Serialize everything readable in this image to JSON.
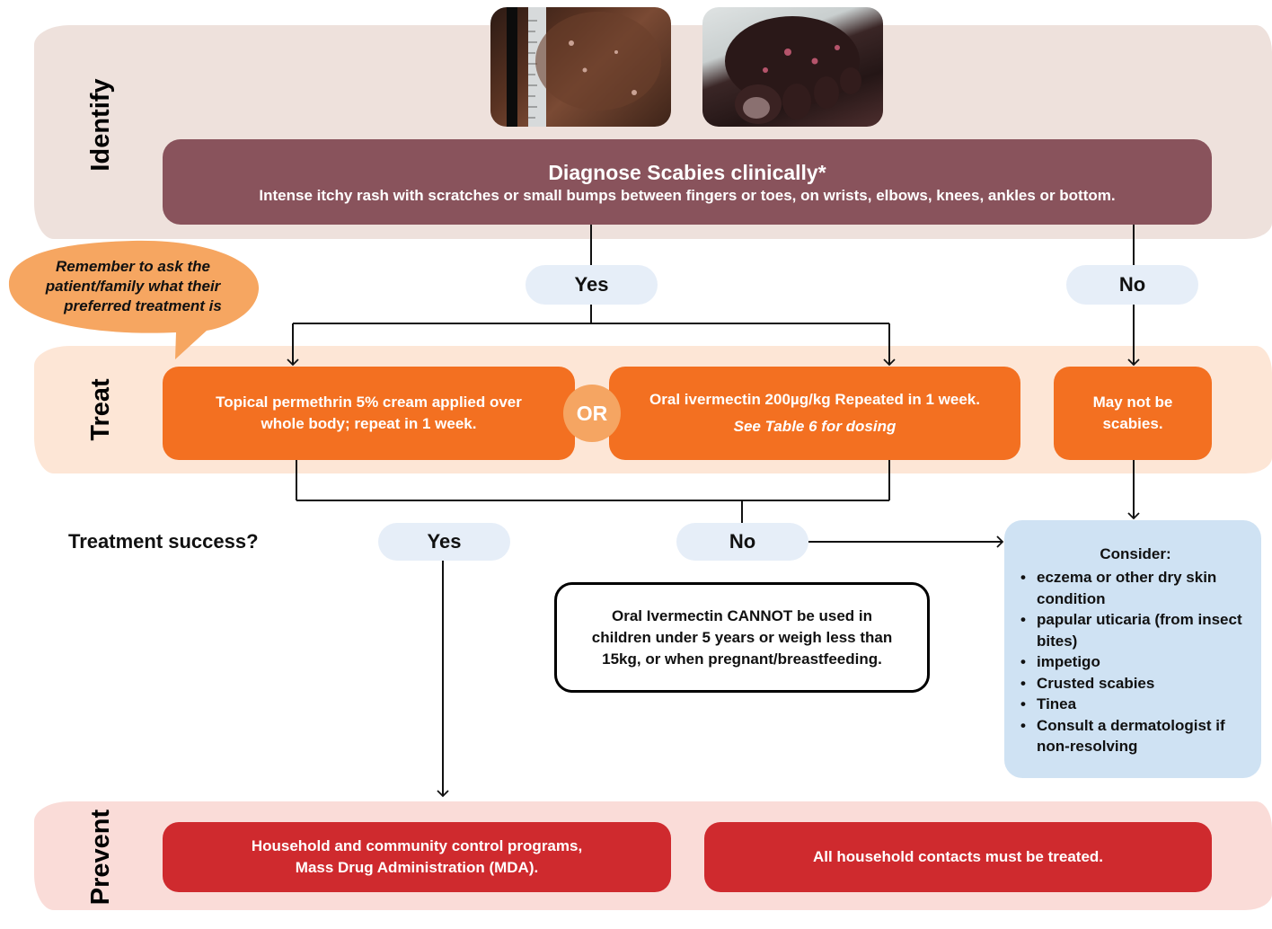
{
  "sections": {
    "identify": "Identify",
    "treat": "Treat",
    "prevent": "Prevent"
  },
  "diagnose": {
    "title": "Diagnose Scabies clinically*",
    "subtitle": "Intense itchy rash with scratches or small bumps between fingers or toes, on wrists, elbows, knees, ankles or bottom."
  },
  "branches": {
    "yes_top": "Yes",
    "no_top": "No",
    "yes_success": "Yes",
    "no_success": "No"
  },
  "reminder": {
    "line1": "Remember to ask the",
    "line2": "patient/family what their",
    "line3": "preferred treatment is"
  },
  "treatments": {
    "permethrin_line1": "Topical permethrin 5% cream applied over",
    "permethrin_line2": "whole body; repeat in 1 week.",
    "or_label": "OR",
    "ivermectin_line1": "Oral ivermectin 200µg/kg Repeated in 1 week.",
    "ivermectin_line2": "See Table 6 for dosing",
    "not_scabies_line1": "May not be",
    "not_scabies_line2": "scabies."
  },
  "success_question": "Treatment success?",
  "warning": {
    "part1": "Oral Ivermectin ",
    "emphasis": "CANNOT",
    "part2": " be used in",
    "line2": "children under 5 years or weigh less than",
    "line3": "15kg, or when pregnant/breastfeeding."
  },
  "consider": {
    "title": "Consider:",
    "items": [
      "eczema or other dry skin condition",
      "papular uticaria (from insect bites)",
      "impetigo",
      "Crusted scabies",
      "Tinea",
      "Consult a dermatologist if non-resolving"
    ]
  },
  "prevent": {
    "box1_line1": "Household and community control programs,",
    "box1_line2": "Mass Drug Administration (MDA).",
    "box2": "All household contacts must be treated."
  },
  "colors": {
    "diagnose": "#89535c",
    "treatment": "#f37021",
    "or_circle": "#f5a562",
    "prevent": "#cf2a2e",
    "consider": "#cfe2f3",
    "pill": "#e6eef8"
  }
}
